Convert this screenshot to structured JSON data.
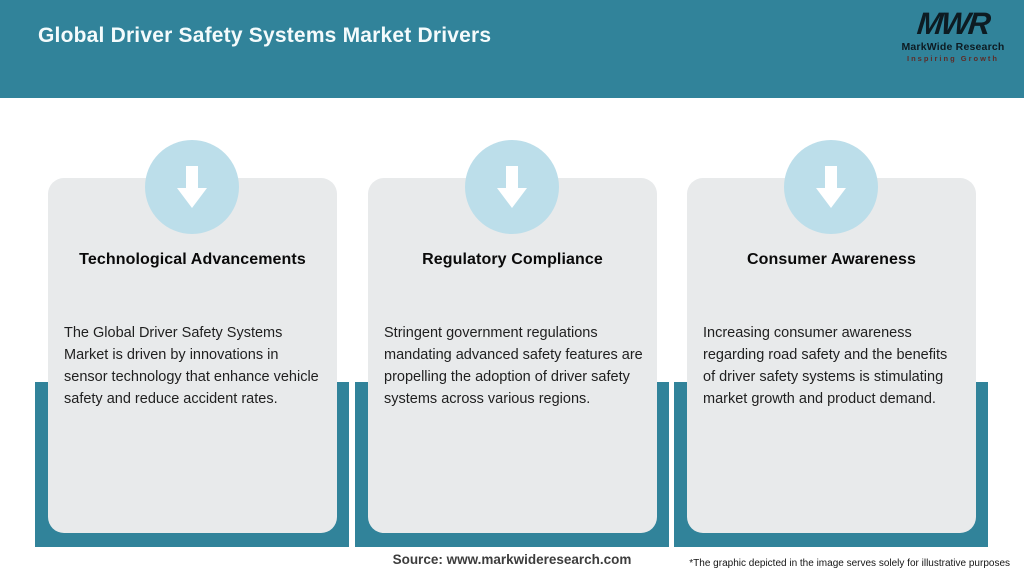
{
  "header": {
    "title": "Global Driver Safety Systems Market Drivers",
    "logo": {
      "initials": "MWR",
      "name": "MarkWide Research",
      "tagline": "Inspiring Growth"
    }
  },
  "cards": [
    {
      "icon": "down-arrow-icon",
      "title": "Technological Advancements",
      "body": "The Global Driver Safety Systems Market is driven by innovations in sensor technology that enhance vehicle safety and reduce accident rates."
    },
    {
      "icon": "down-arrow-icon",
      "title": "Regulatory Compliance",
      "body": "Stringent government regulations mandating advanced safety features are propelling the adoption of driver safety systems across various regions."
    },
    {
      "icon": "down-arrow-icon",
      "title": "Consumer Awareness",
      "body": "Increasing consumer awareness regarding road safety and the benefits of driver safety systems is stimulating market growth and product demand."
    }
  ],
  "footer": {
    "source": "Source: www.markwideresearch.com",
    "disclaimer": "*The graphic depicted in the image serves solely for illustrative purposes"
  },
  "colors": {
    "teal": "#31839A",
    "card_bg": "#E8EAEB",
    "badge_bg": "#BCDEEA",
    "arrow": "#FFFFFF",
    "title_text": "#F4FBFC"
  }
}
